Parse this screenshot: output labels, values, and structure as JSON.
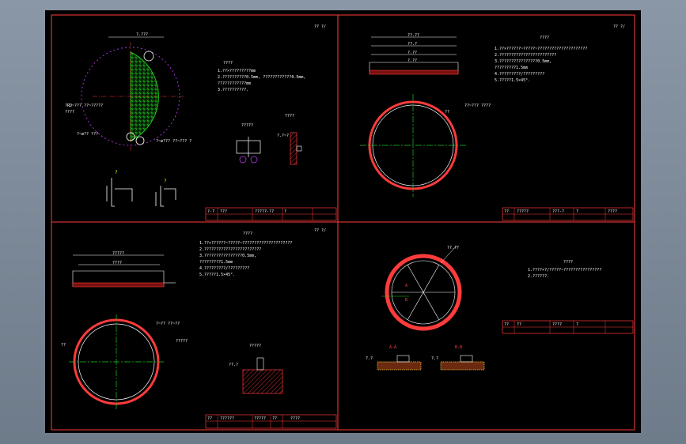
{
  "sheets": {
    "q1": {
      "corner_mark": "?? ?/",
      "notes_title": "????",
      "notes": [
        "1.??×?????????mm",
        "2.??????????0.5mm, ????????????0.5mm,",
        "  ????????????mm",
        "3.??????????."
      ],
      "dim_top": "?.???",
      "dim_left_a": "?RD~??? ??~?????",
      "dim_left_b": "????",
      "callout_a": "?~ø?? ???",
      "callout_b": "?~ø??? ??~??? ?",
      "detail_a_title": "?????",
      "detail_b_title": "????",
      "detail_b_note": "?.?~?",
      "section_a": "?",
      "section_b": "?",
      "title_block": [
        "?-?",
        "???",
        "?????-??",
        "?"
      ]
    },
    "q2": {
      "corner_mark": "?? ?/",
      "notes_title": "????",
      "notes": [
        "1.??×??????~?????~?????????????????????",
        "2.????????????????????????",
        "3.????????????????0.5mm,",
        "  ?????????1.5mm",
        "4.?????????/?????????",
        "5.?????1.5×45°."
      ],
      "dim_1": "??.??",
      "dim_2": "??.?",
      "dim_3": "?.??",
      "dim_4": "?.??",
      "callout_top": "??~??? ????",
      "callout_left": "??",
      "title_block": [
        "??",
        "?????",
        "???-?",
        "?",
        "????"
      ]
    },
    "q3": {
      "corner_mark": "?? ?/",
      "notes_title": "????",
      "notes": [
        "1.??×??????~?????~?????????????????????",
        "2.????????????????????????",
        "3.????????????????0.5mm,",
        "  ?????????1.5mm",
        "4.?????????/?????????",
        "5.?????1.5×45°."
      ],
      "dim_top": "?????",
      "dim_mid": "????",
      "callout_a": "?~?? ??~??",
      "callout_b": "?????",
      "callout_c": "??",
      "detail_title": "?????",
      "detail_note": "??.?",
      "title_block": [
        "??",
        "??????",
        "?????",
        "??",
        "????"
      ]
    },
    "q4": {
      "notes_title": "????",
      "notes": [
        "1.????×?/?????~????????????????",
        "2.??????."
      ],
      "dim_diag": "??.??",
      "label_a": "A",
      "label_b": "B",
      "section_a_title": "A-A",
      "section_b_title": "B-B",
      "section_a_note": "?.?",
      "section_b_note": "?.?",
      "title_block": [
        "??",
        "??",
        "????",
        "?"
      ]
    }
  }
}
